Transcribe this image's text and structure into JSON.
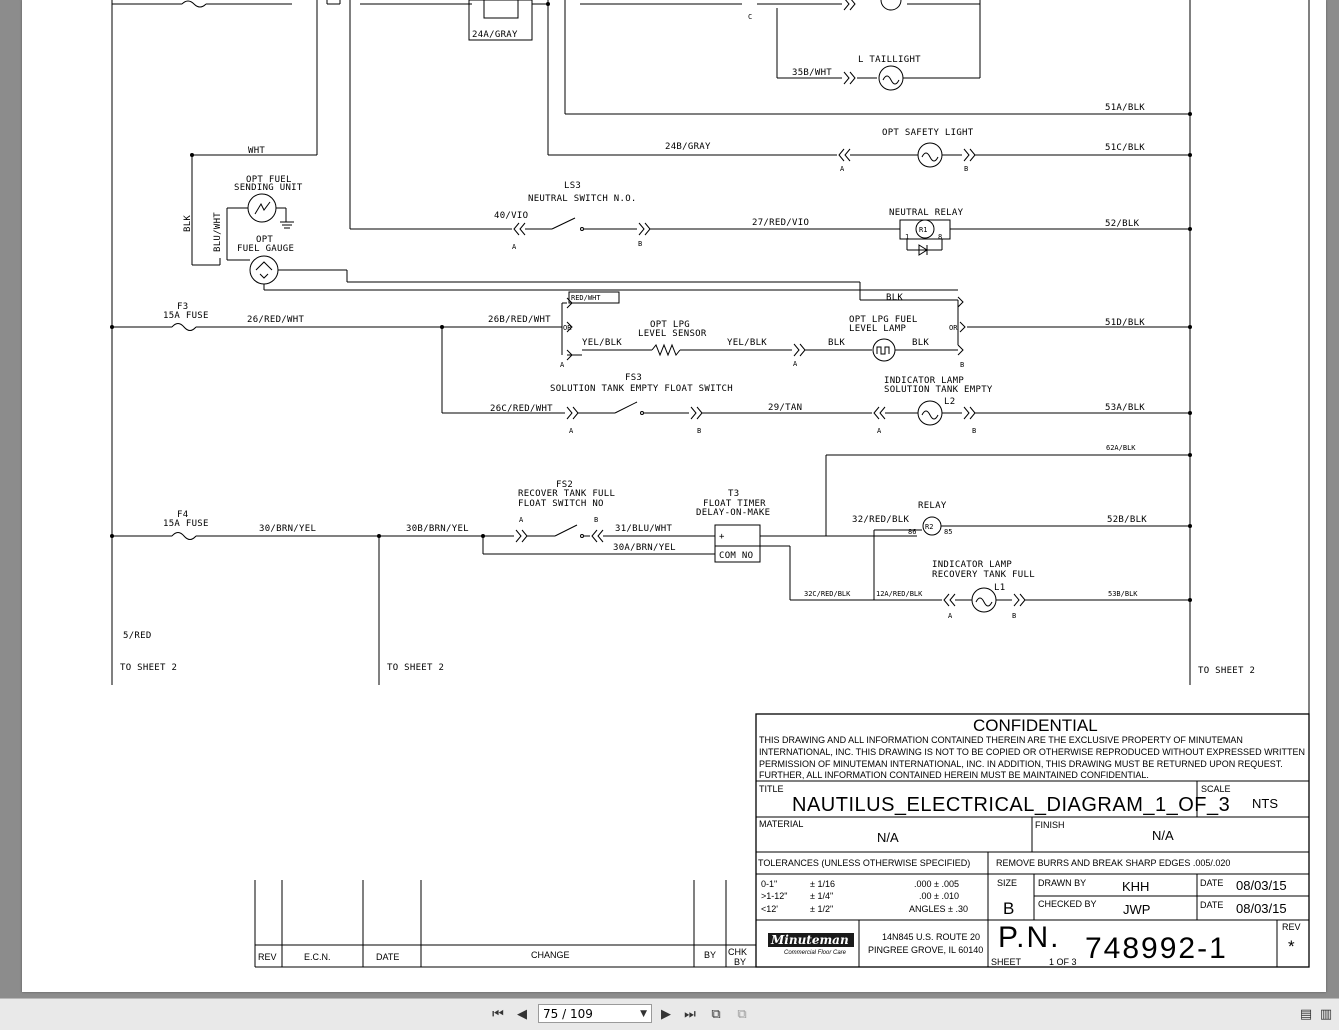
{
  "viewer": {
    "page_indicator": "75 / 109",
    "toolbar_icons": [
      "first-page-icon",
      "prev-page-icon",
      "next-page-icon",
      "last-page-icon",
      "fit-page-icon",
      "fit-width-icon",
      "single-page-icon",
      "two-page-icon"
    ]
  },
  "diagram": {
    "top_labels": {
      "gray24a": "24A/GRAY",
      "taillight": "L TAILLIGHT",
      "wire35b": "35B/WHT",
      "wire51a": "51A/BLK",
      "c_label": "C"
    },
    "safety": {
      "wire24b": "24B/GRAY",
      "label": "OPT SAFETY LIGHT",
      "wire51c": "51C/BLK",
      "a": "A",
      "b": "B"
    },
    "fuel": {
      "wht": "WHT",
      "sending_unit_1": "OPT FUEL",
      "sending_unit_2": "SENDING UNIT",
      "blk": "BLK",
      "bluwht": "BLU/WHT",
      "gauge_1": "OPT",
      "gauge_2": "FUEL GAUGE"
    },
    "neutral": {
      "ls3": "LS3",
      "switch": "NEUTRAL SWITCH N.O.",
      "wire40": "40/VIO",
      "wire27": "27/RED/VIO",
      "relay": "NEUTRAL RELAY",
      "r1": "R1",
      "wire52": "52/BLK",
      "a": "A",
      "b": "B",
      "p1": "1",
      "p8": "8"
    },
    "f3": {
      "name": "F3",
      "rating": "15A FUSE",
      "wire26": "26/RED/WHT",
      "wire26b": "26B/RED/WHT",
      "redwht": "RED/WHT",
      "blk_top": "BLK",
      "or1": "OR",
      "or2": "OR",
      "a": "A",
      "b": "B"
    },
    "lpg": {
      "sensor_1": "OPT LPG",
      "sensor_2": "LEVEL SENSOR",
      "yelblk1": "YEL/BLK",
      "yelblk2": "YEL/BLK",
      "blk1": "BLK",
      "blk2": "BLK",
      "lamp_1": "OPT LPG FUEL",
      "lamp_2": "LEVEL LAMP",
      "wire51d": "51D/BLK",
      "a": "A"
    },
    "fs3": {
      "name": "FS3",
      "desc": "SOLUTION TANK EMPTY FLOAT SWITCH",
      "wire26c": "26C/RED/WHT",
      "wire29": "29/TAN",
      "lamp_1": "INDICATOR LAMP",
      "lamp_2": "SOLUTION TANK EMPTY",
      "l2": "L2",
      "wire53a": "53A/BLK",
      "a": "A",
      "b": "B",
      "a2": "A",
      "b2": "B"
    },
    "wire62a": "62A/BLK",
    "f4": {
      "name": "F4",
      "rating": "15A FUSE",
      "wire30": "30/BRN/YEL",
      "wire30b": "30B/BRN/YEL"
    },
    "fs2": {
      "name": "FS2",
      "desc_1": "RECOVER TANK FULL",
      "desc_2": "FLOAT SWITCH NO",
      "wire31": "31/BLU/WHT",
      "wire30a": "30A/BRN/YEL",
      "a": "A",
      "b": "B"
    },
    "t3": {
      "name": "T3",
      "desc_1": "FLOAT TIMER",
      "desc_2": "DELAY-ON-MAKE",
      "plus": "+",
      "com": "COM NO"
    },
    "relay2": {
      "name": "RELAY",
      "wire32": "32/RED/BLK",
      "r2": "R2",
      "p86": "86",
      "p85": "85",
      "wire52b": "52B/BLK"
    },
    "l1": {
      "lamp_1": "INDICATOR LAMP",
      "lamp_2": "RECOVERY TANK FULL",
      "name": "L1",
      "wire32c": "32C/RED/BLK",
      "wire12a": "12A/RED/BLK",
      "wire53b": "53B/BLK",
      "a": "A",
      "b": "B"
    },
    "wire5": "5/RED",
    "to_sheet": "TO SHEET 2"
  },
  "title_block": {
    "confidential": "CONFIDENTIAL",
    "notice": [
      "THIS DRAWING AND ALL INFORMATION CONTAINED THEREIN ARE THE EXCLUSIVE PROPERTY OF MINUTEMAN",
      "INTERNATIONAL, INC. THIS DRAWING IS NOT TO BE COPIED OR OTHERWISE REPRODUCED WITHOUT EXPRESSED WRITTEN",
      "PERMISSION OF MINUTEMAN INTERNATIONAL, INC. IN ADDITION, THIS DRAWING MUST BE RETURNED UPON REQUEST.",
      "FURTHER, ALL INFORMATION CONTAINED HEREIN MUST BE MAINTAINED CONFIDENTIAL."
    ],
    "title_label": "TITLE",
    "title": "NAUTILUS_ELECTRICAL_DIAGRAM_1_OF_3",
    "scale_label": "SCALE",
    "scale": "NTS",
    "material_label": "MATERIAL",
    "material": "N/A",
    "finish_label": "FINISH",
    "finish": "N/A",
    "tolerances_label": "TOLERANCES (UNLESS OTHERWISE SPECIFIED)",
    "burrs": "REMOVE BURRS AND BREAK SHARP EDGES .005/.020",
    "tol_rows": [
      [
        "0-1\"",
        "± 1/16"
      ],
      [
        ">1-12\"",
        "± 1/4\""
      ],
      [
        "<12'",
        "± 1/2\""
      ]
    ],
    "tol_dec": [
      ".000 ± .005",
      ".00 ± .010",
      "ANGLES ± .30"
    ],
    "size_label": "SIZE",
    "size": "B",
    "drawn_by_label": "DRAWN BY",
    "drawn_by": "KHH",
    "checked_by_label": "CHECKED BY",
    "checked_by": "JWP",
    "date_label": "DATE",
    "date1": "08/03/15",
    "date2": "08/03/15",
    "company": "Minuteman",
    "company_sub": "Commercial Floor Care",
    "address_1": "14N845 U.S. ROUTE 20",
    "address_2": "PINGREE GROVE, IL 60140",
    "pn_label": "P.N.",
    "pn": "748992-1",
    "rev_label": "REV",
    "rev": "*",
    "sheet_label": "SHEET",
    "sheet": "1 OF 3",
    "rev_table": {
      "rev": "REV",
      "ecn": "E.C.N.",
      "date": "DATE",
      "change": "CHANGE",
      "by": "BY",
      "chk": "CHK",
      "chk2": "BY"
    }
  }
}
